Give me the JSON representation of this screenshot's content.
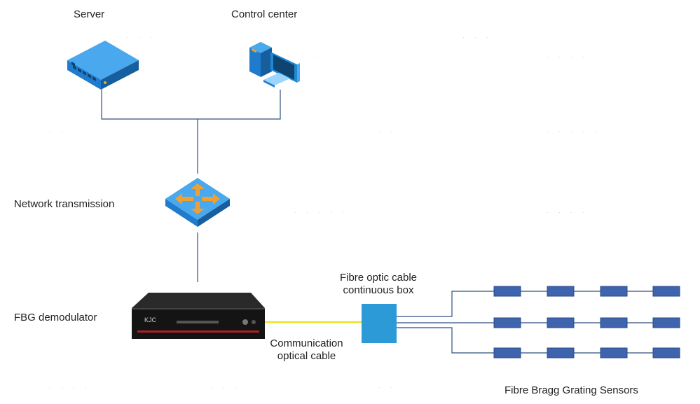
{
  "labels": {
    "server": "Server",
    "control_center": "Control center",
    "network_transmission": "Network transmission",
    "fbg_demodulator": "FBG demodulator",
    "box_line1": "Fibre optic cable",
    "box_line2": "continuous box",
    "cable_line1": "Communication",
    "cable_line2": "optical cable",
    "sensors": "Fibre Bragg Grating Sensors"
  },
  "device_text": "KJC",
  "colors": {
    "network_line": "#2f4f7f",
    "optical_cable": "#f2e02a",
    "box_fill": "#2b9ad6",
    "sensor_fill": "#3d64ad",
    "sensor_stroke": "#2a4a8a",
    "device_blue": "#1e88d2",
    "arrow_orange": "#f0a030"
  },
  "sensor_rows": 3,
  "sensors_per_row": 4
}
